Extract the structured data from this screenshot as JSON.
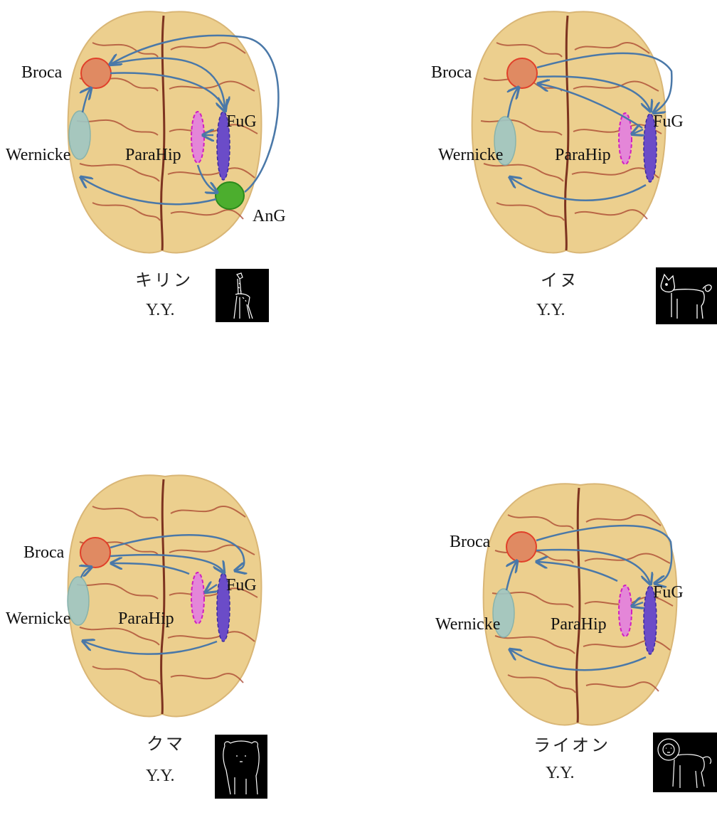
{
  "regions": {
    "broca": "Broca",
    "wernicke": "Wernicke",
    "parahip": "ParaHip",
    "fug": "FuG",
    "ang": "AnG"
  },
  "panels": [
    {
      "word": "キリン",
      "subject": "Y.Y.",
      "image_icon": "giraffe-sketch-icon"
    },
    {
      "word": "イヌ",
      "subject": "Y.Y.",
      "image_icon": "dog-sketch-icon"
    },
    {
      "word": "クマ",
      "subject": "Y.Y.",
      "image_icon": "bear-sketch-icon"
    },
    {
      "word": "ライオン",
      "subject": "Y.Y.",
      "image_icon": "lion-sketch-icon"
    }
  ],
  "colors": {
    "brain": "#eccf8e",
    "sulci": "#a8432e",
    "arrows": "#4a78a8",
    "broca": "#e08a62",
    "wernicke": "#9fc7c4",
    "parahip": "#e486d8",
    "fug": "#6b4cc8",
    "ang": "#4cae2e"
  }
}
